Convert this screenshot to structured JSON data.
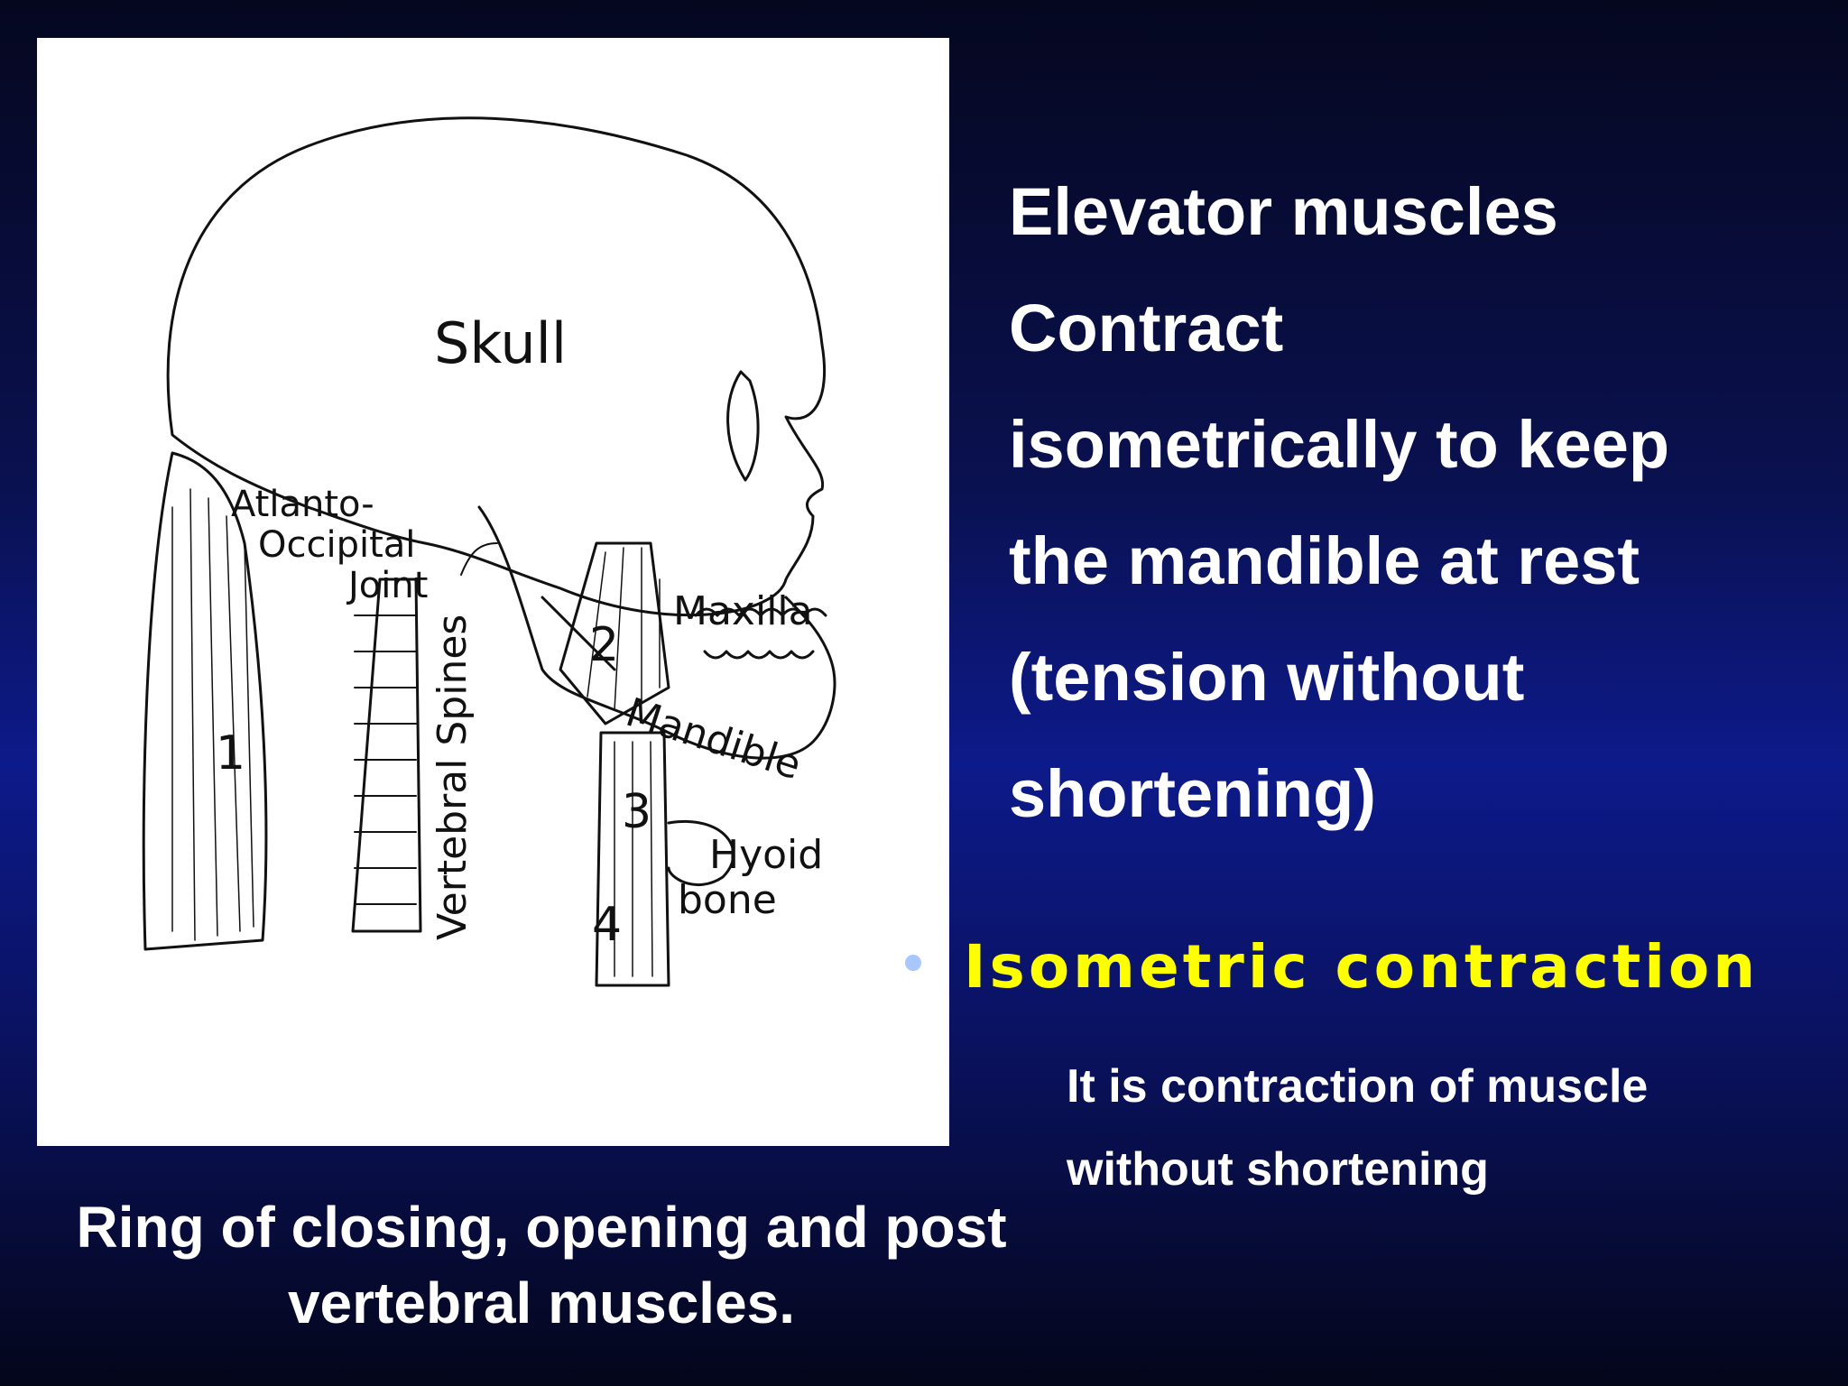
{
  "slide": {
    "main_lines": [
      "Elevator muscles",
      "Contract",
      "isometrically to keep",
      "the mandible at rest",
      "(tension without",
      "shortening)"
    ],
    "bullet_heading": "Isometric contraction",
    "definition_lines": [
      "It is contraction of muscle",
      "without shortening"
    ],
    "caption_lines": [
      "Ring of closing, opening and post",
      "vertebral muscles."
    ]
  },
  "diagram": {
    "labels": {
      "skull": "Skull",
      "atlanto": "Atlanto-",
      "occipital": "Occipital",
      "joint": "Joint",
      "vertebral_spines": "Vertebral Spines",
      "maxilla": "Maxilla",
      "mandible": "Mandible",
      "hyoid": "Hyoid",
      "bone": "bone",
      "num1": "1",
      "num2": "2",
      "num3": "3",
      "num4": "4"
    }
  },
  "colors": {
    "heading": "#ffff00",
    "text": "#ffffff",
    "bullet": "#a9c6ff"
  }
}
